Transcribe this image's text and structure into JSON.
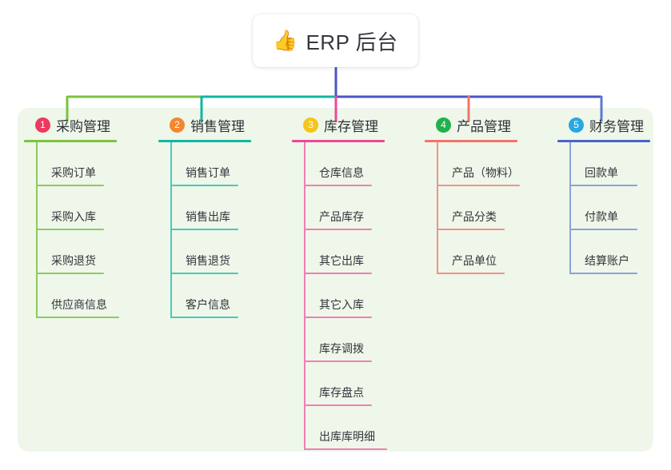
{
  "root": {
    "icon": "thumbs-up-icon",
    "emoji": "👍",
    "label": "ERP 后台"
  },
  "palette": {
    "panel_bg": "#eef7e9",
    "root_link": "#4a56c4",
    "col1": "#7cc242",
    "col2": "#13b5a6",
    "col3": "#ec4899",
    "col4": "#f4736b",
    "col5": "#5b79d6"
  },
  "columns": [
    {
      "index": "1",
      "badge_color": "#ec3a5e",
      "rule_color": "#7cc242",
      "line_color": "#8fc964",
      "title": "采购管理",
      "leaves": [
        "采购订单",
        "采购入库",
        "采购退货",
        "供应商信息"
      ]
    },
    {
      "index": "2",
      "badge_color": "#f4872e",
      "rule_color": "#13b5a6",
      "line_color": "#4cc7bb",
      "title": "销售管理",
      "leaves": [
        "销售订单",
        "销售出库",
        "销售退货",
        "客户信息"
      ]
    },
    {
      "index": "3",
      "badge_color": "#f5c518",
      "rule_color": "#ec4899",
      "line_color": "#ef7fb5",
      "title": "库存管理",
      "leaves": [
        "仓库信息",
        "产品库存",
        "其它出库",
        "其它入库",
        "库存调拨",
        "库存盘点",
        "出库库明细"
      ]
    },
    {
      "index": "4",
      "badge_color": "#22b14c",
      "rule_color": "#f4736b",
      "line_color": "#f4908a",
      "title": "产品管理",
      "leaves": [
        "产品（物料）",
        "产品分类",
        "产品单位"
      ]
    },
    {
      "index": "5",
      "badge_color": "#29a7e1",
      "rule_color": "#4a66c8",
      "line_color": "#8ca2dd",
      "title": "财务管理",
      "leaves": [
        "回款单",
        "付款单",
        "结算账户"
      ]
    }
  ]
}
